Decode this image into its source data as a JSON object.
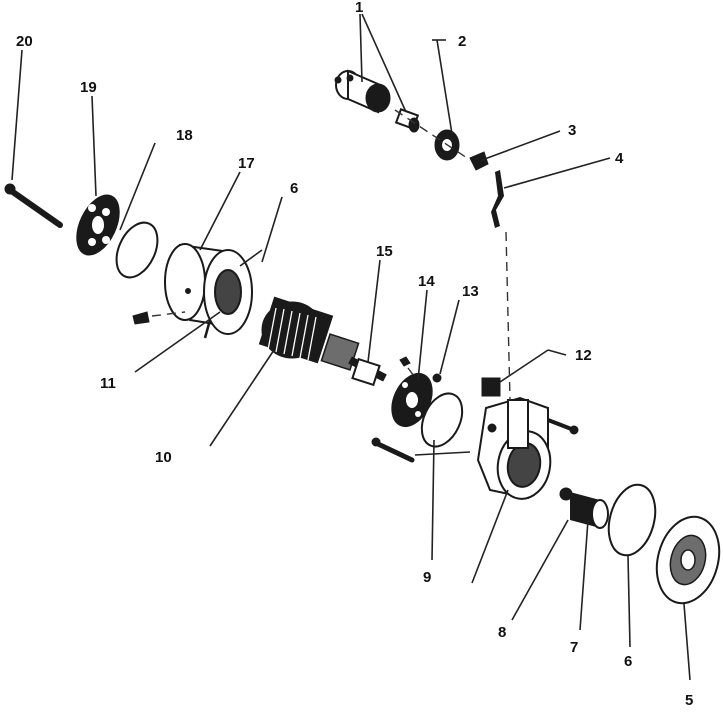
{
  "figure": {
    "labels": {
      "l1": "1",
      "l2": "2",
      "l3": "3",
      "l4": "4",
      "l5": "5",
      "l6a": "6",
      "l6b": "6",
      "l7": "7",
      "l8": "8",
      "l9": "9",
      "l10": "10",
      "l11": "11",
      "l12": "12",
      "l13": "13",
      "l14": "14",
      "l15": "15",
      "l17": "17",
      "l18": "18",
      "l19": "19",
      "l20": "20"
    }
  }
}
